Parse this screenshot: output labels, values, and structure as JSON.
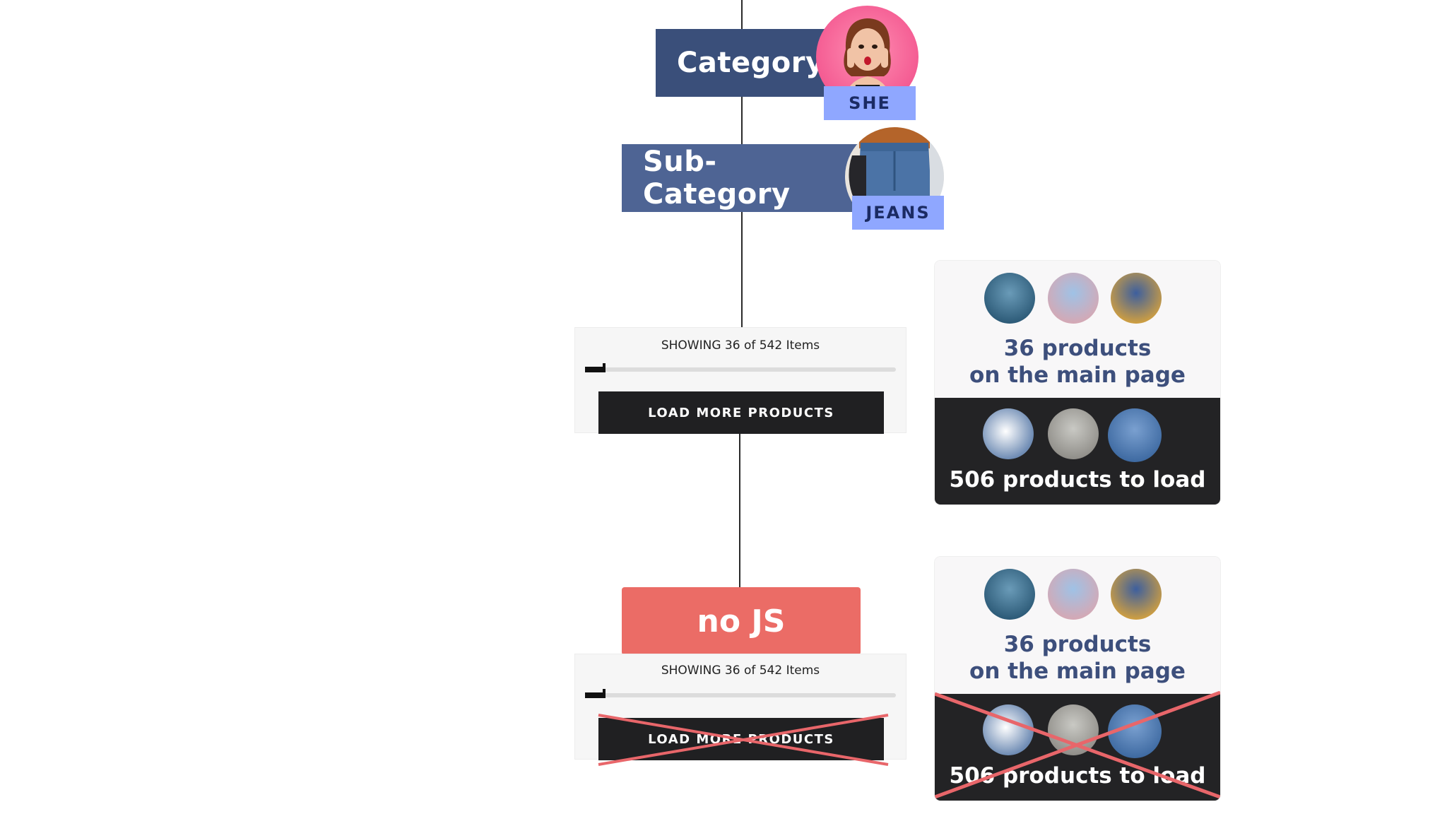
{
  "hierarchy": {
    "category": {
      "label": "Category",
      "tag": "SHE"
    },
    "subcategory": {
      "label": "Sub-Category",
      "tag": "JEANS"
    }
  },
  "widget_js": {
    "showing_text": "SHOWING 36 of 542 Items",
    "button_label": "LOAD MORE PRODUCTS",
    "progress": 0.066
  },
  "widget_nojs": {
    "badge": "no JS",
    "showing_text": "SHOWING 36 of 542 Items",
    "button_label": "LOAD MORE PRODUCTS",
    "progress": 0.066
  },
  "card_js": {
    "main_line1": "36 products",
    "main_line2": "on the main page",
    "load_text": "506 products to load"
  },
  "card_nojs": {
    "main_line1": "36 products",
    "main_line2": "on the main page",
    "load_text": "506 products to load"
  },
  "colors": {
    "category": "#3a4f7a",
    "subcategory": "#4e6494",
    "tag": "#8fa7ff",
    "nojs": "#eb6c66",
    "cross": "#e8666a",
    "dark": "#202022"
  }
}
